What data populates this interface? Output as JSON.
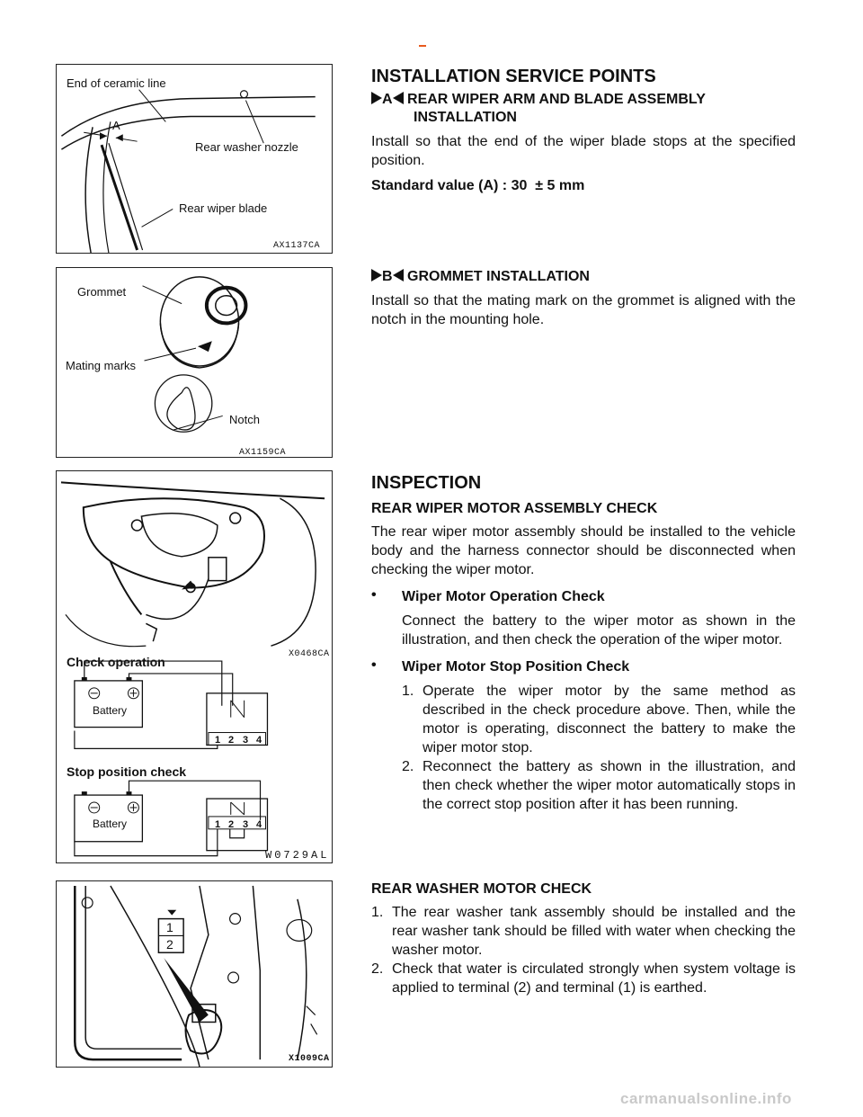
{
  "header": {
    "mark": "-"
  },
  "fig1": {
    "labels": {
      "end_of_ceramic": "End of ceramic line",
      "a": "A",
      "nozzle": "Rear washer nozzle",
      "blade": "Rear wiper blade"
    },
    "code": "AX1137CA"
  },
  "fig2": {
    "labels": {
      "grommet": "Grommet",
      "mating": "Mating marks",
      "notch": "Notch"
    },
    "code": "AX1159CA"
  },
  "fig3": {
    "code_top": "X0468CA",
    "check_operation": "Check operation",
    "battery1": "Battery",
    "stop_position": "Stop position check",
    "battery2": "Battery",
    "terminals": [
      "1",
      "2",
      "3",
      "4"
    ],
    "code_bottom": "W0729AL"
  },
  "fig4": {
    "terminals": [
      "1",
      "2"
    ],
    "code": "X1009CA"
  },
  "section1": {
    "title": "INSTALLATION SERVICE POINTS",
    "a_letter": "A",
    "a_heading_1": "REAR WIPER ARM AND BLADE ASSEMBLY",
    "a_heading_2": "INSTALLATION",
    "a_text": "Install so that the end of the wiper blade stops at the specified position.",
    "standard": "Standard value (A) : 30  ± 5 mm",
    "b_letter": "B",
    "b_heading": "GROMMET INSTALLATION",
    "b_text": "Install so that the mating mark on the grommet is aligned with the notch in the mounting hole."
  },
  "section2": {
    "title": "INSPECTION",
    "motor_heading": "REAR WIPER MOTOR ASSEMBLY CHECK",
    "motor_text": "The rear wiper motor assembly should be installed to the vehicle body and the harness connector should be disconnected when checking the wiper motor.",
    "bullet": "•",
    "op_heading": "Wiper Motor Operation Check",
    "op_text": "Connect the battery to the wiper motor as shown in the illustration, and then check the operation of the wiper motor.",
    "stop_heading": "Wiper Motor Stop Position Check",
    "stop_items": [
      {
        "n": "1.",
        "text": "Operate the wiper motor by the same method as described in the check procedure above. Then, while the motor is operating, disconnect the battery to make the wiper motor stop."
      },
      {
        "n": "2.",
        "text": "Reconnect the battery as shown in the illustration, and then check whether the wiper motor automatically stops in the correct stop position after it has been running."
      }
    ]
  },
  "section3": {
    "heading": "REAR WASHER MOTOR CHECK",
    "items": [
      {
        "n": "1.",
        "text": "The rear washer tank assembly should be installed and the rear washer tank should be filled with water when checking the washer motor."
      },
      {
        "n": "2.",
        "text": "Check that water is circulated strongly when system voltage is applied to terminal (2) and terminal (1) is earthed."
      }
    ]
  },
  "watermark": "carmanualsonline.info"
}
